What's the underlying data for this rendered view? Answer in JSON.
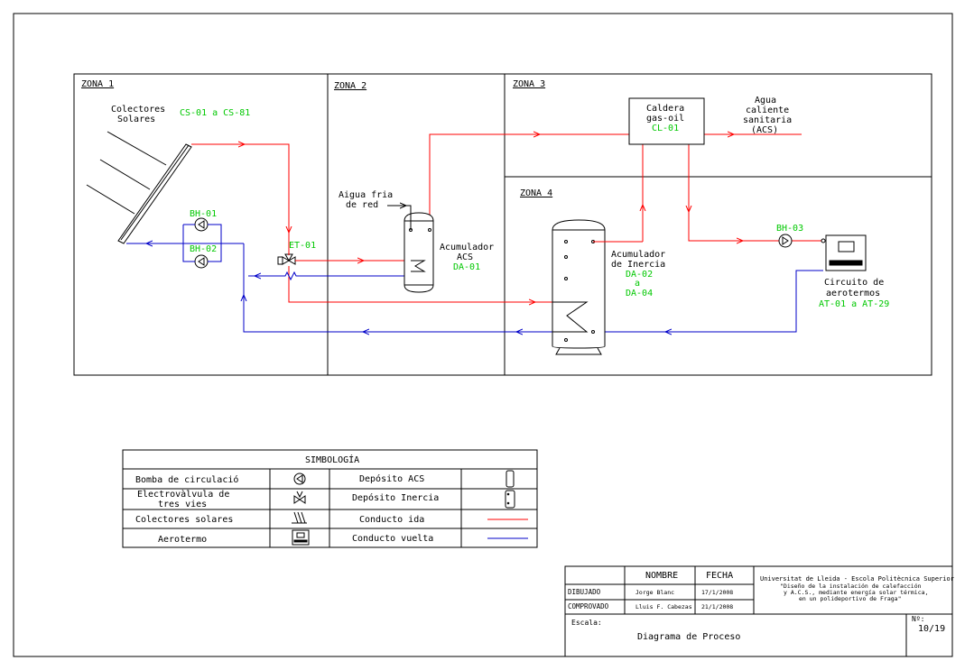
{
  "zones": {
    "z1": "ZONA 1",
    "z2": "ZONA 2",
    "z3": "ZONA 3",
    "z4": "ZONA 4"
  },
  "labels": {
    "collectors": [
      "Colectores",
      "Solares"
    ],
    "collectors_code": "CS-01 a CS-81",
    "bh01": "BH-01",
    "bh02": "BH-02",
    "et01": "ET-01",
    "cold_water": [
      "Aigua fria",
      "de red"
    ],
    "acs_tank": [
      "Acumulador",
      "ACS"
    ],
    "acs_code": "DA-01",
    "boiler": [
      "Caldera",
      "gas-oil"
    ],
    "boiler_code": "CL-01",
    "hot_water": [
      "Agua",
      "caliente",
      "sanitaria",
      "(ACS)"
    ],
    "inertia_tank": [
      "Acumulador",
      "de Inercia"
    ],
    "inertia_codes": [
      "DA-02",
      "a",
      "DA-04"
    ],
    "bh03": "BH-03",
    "aero_circuit": [
      "Circuito de",
      "aerotermos"
    ],
    "aero_code": "AT-01 a AT-29"
  },
  "legend": {
    "title": "SIMBOLOGÍA",
    "rows": [
      {
        "left": [
          "Bomba de circulació"
        ],
        "right": "Depósito ACS"
      },
      {
        "left": [
          "Electrovàlvula de",
          "tres vies"
        ],
        "right": "Depósito Inercia"
      },
      {
        "left": [
          "Colectores solares"
        ],
        "right": "Conducto ida"
      },
      {
        "left": [
          "Aerotermo"
        ],
        "right": "Conducto vuelta"
      }
    ]
  },
  "title_block": {
    "col_name": "NOMBRE",
    "col_date": "FECHA",
    "drawn_label": "DIBUJADO",
    "drawn_name": "Jorge Blanc",
    "drawn_date": "17/1/2008",
    "checked_label": "COMPROVADO",
    "checked_name": "Lluis F. Cabezas",
    "checked_date": "21/1/2008",
    "university": [
      "Universitat de Lleida - Escola Politècnica Superior",
      "\"Diseño de la instalación de calefacción",
      "y A.C.S., mediante energía solar térmica,",
      "en un polideportivo de Fraga\""
    ],
    "scale_label": "Escala:",
    "drawing_title": "Diagrama de Proceso",
    "number_label": "Nº:",
    "number_value": "10/19"
  },
  "colors": {
    "supply": "#ff0000",
    "return": "#0000c8",
    "codes": "#00c800",
    "lines": "#000000"
  }
}
